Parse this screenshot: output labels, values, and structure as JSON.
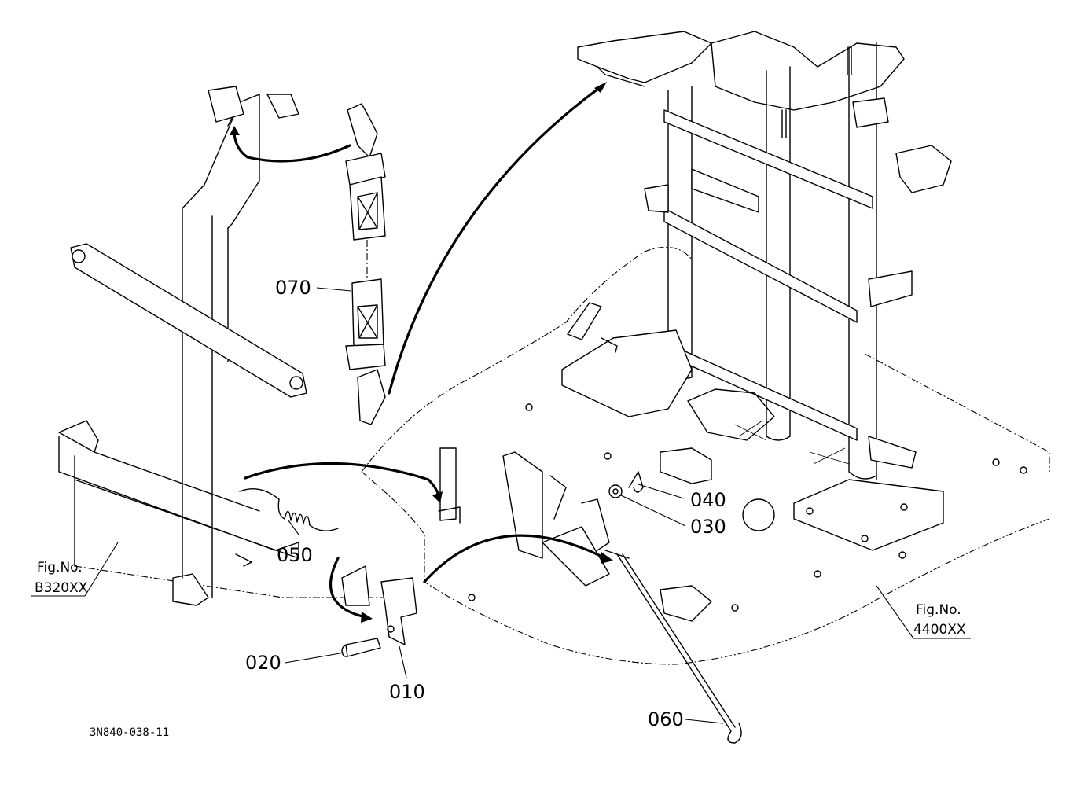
{
  "callouts": {
    "p010": "010",
    "p020": "020",
    "p030": "030",
    "p040": "040",
    "p050": "050",
    "p060": "060",
    "p070": "070"
  },
  "figure_refs": {
    "left": {
      "line1": "Fig.No.",
      "line2": "B320XX"
    },
    "right": {
      "line1": "Fig.No.",
      "line2": "4400XX"
    }
  },
  "drawing_code": "3N840-038-11"
}
